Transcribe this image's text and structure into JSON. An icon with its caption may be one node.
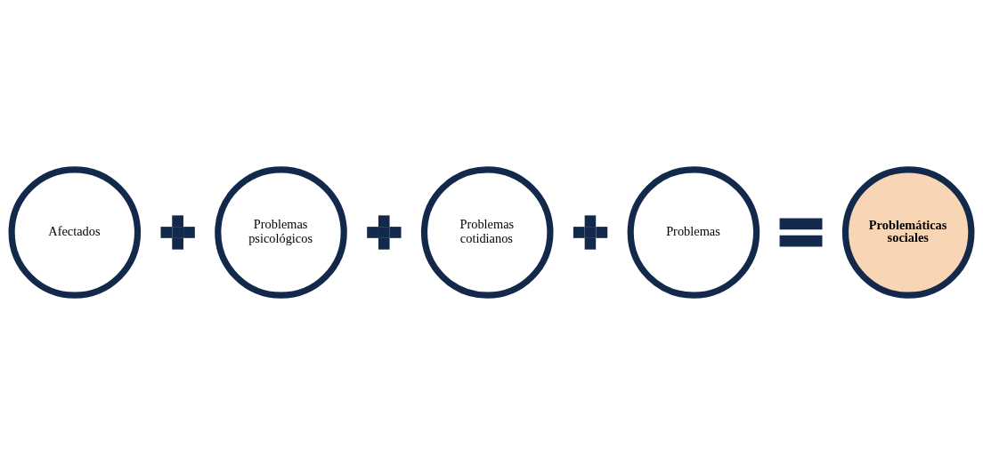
{
  "diagram": {
    "nodes": [
      {
        "text": [
          "Afectados"
        ]
      },
      {
        "text": [],
        "shape": "plus"
      },
      {
        "text": [
          "Problemas psicológicos"
        ]
      },
      {
        "text": [],
        "shape": "plus"
      },
      {
        "text": [
          "Problemas cotidianos"
        ]
      },
      {
        "text": [],
        "shape": "plus"
      },
      {
        "text": [
          "Problemas"
        ]
      },
      {
        "text": [],
        "shape": "equals"
      },
      {
        "text": [
          "Problemáticas sociales"
        ]
      }
    ],
    "edges": []
  }
}
